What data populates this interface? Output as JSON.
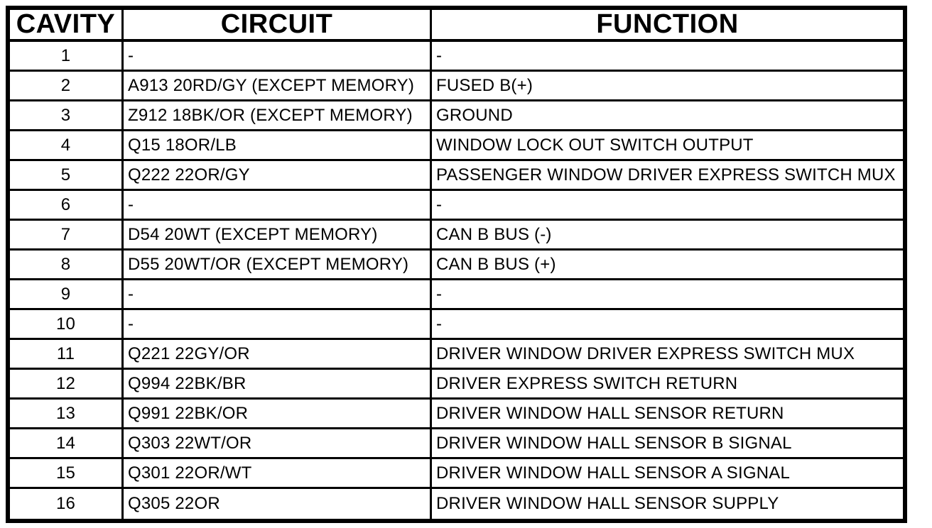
{
  "colors": {
    "border": "#000000",
    "background": "#ffffff",
    "text": "#000000"
  },
  "table": {
    "headers": [
      "CAVITY",
      "CIRCUIT",
      "FUNCTION"
    ],
    "rows": [
      {
        "cavity": "1",
        "circuit": "-",
        "function": "-"
      },
      {
        "cavity": "2",
        "circuit": "A913 20RD/GY (EXCEPT MEMORY)",
        "function": "FUSED B(+)"
      },
      {
        "cavity": "3",
        "circuit": "Z912 18BK/OR (EXCEPT MEMORY)",
        "function": "GROUND"
      },
      {
        "cavity": "4",
        "circuit": "Q15 18OR/LB",
        "function": "WINDOW LOCK OUT SWITCH OUTPUT"
      },
      {
        "cavity": "5",
        "circuit": "Q222 22OR/GY",
        "function": "PASSENGER WINDOW DRIVER EXPRESS SWITCH MUX"
      },
      {
        "cavity": "6",
        "circuit": "-",
        "function": "-"
      },
      {
        "cavity": "7",
        "circuit": "D54 20WT (EXCEPT MEMORY)",
        "function": "CAN B BUS (-)"
      },
      {
        "cavity": "8",
        "circuit": "D55 20WT/OR (EXCEPT MEMORY)",
        "function": "CAN B BUS (+)"
      },
      {
        "cavity": "9",
        "circuit": "-",
        "function": "-"
      },
      {
        "cavity": "10",
        "circuit": "-",
        "function": "-"
      },
      {
        "cavity": "11",
        "circuit": "Q221 22GY/OR",
        "function": "DRIVER WINDOW DRIVER EXPRESS SWITCH MUX"
      },
      {
        "cavity": "12",
        "circuit": "Q994 22BK/BR",
        "function": "DRIVER EXPRESS SWITCH RETURN"
      },
      {
        "cavity": "13",
        "circuit": "Q991 22BK/OR",
        "function": "DRIVER WINDOW HALL SENSOR RETURN"
      },
      {
        "cavity": "14",
        "circuit": "Q303 22WT/OR",
        "function": "DRIVER WINDOW HALL SENSOR B SIGNAL"
      },
      {
        "cavity": "15",
        "circuit": "Q301 22OR/WT",
        "function": "DRIVER WINDOW HALL SENSOR A SIGNAL"
      },
      {
        "cavity": "16",
        "circuit": "Q305 22OR",
        "function": "DRIVER WINDOW HALL SENSOR SUPPLY"
      }
    ]
  }
}
